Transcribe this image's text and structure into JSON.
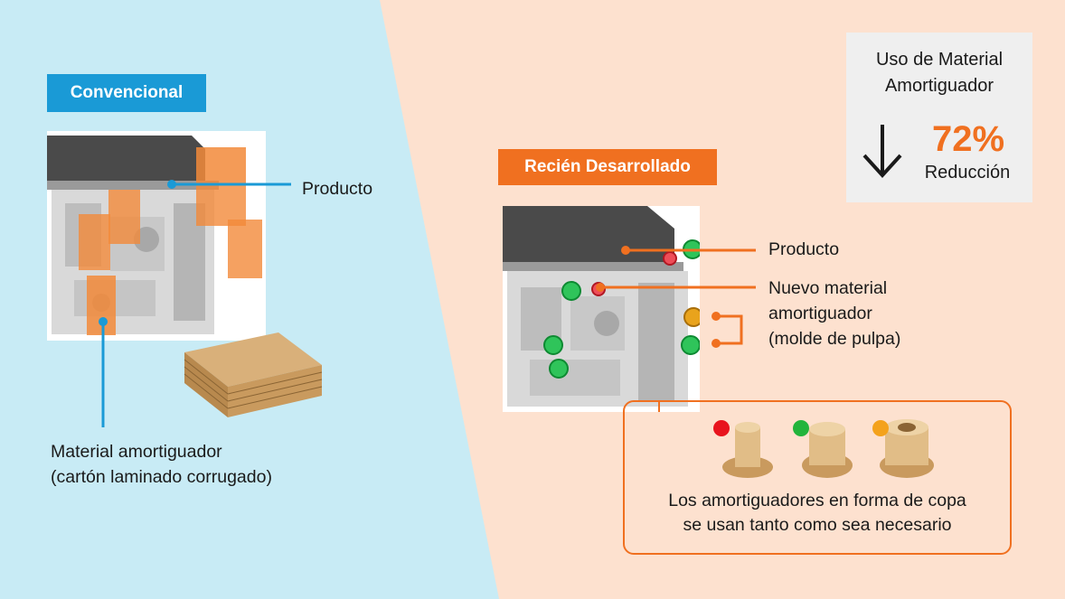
{
  "conventional": {
    "badge": "Convencional",
    "product_label": "Producto",
    "cushion_label_line1": "Material amortiguador",
    "cushion_label_line2": "(cartón laminado corrugado)"
  },
  "new_dev": {
    "badge": "Recién Desarrollado",
    "product_label": "Producto",
    "cushion_label_line1": "Nuevo material",
    "cushion_label_line2": "amortiguador",
    "cushion_label_line3": "(molde de pulpa)"
  },
  "reduction": {
    "title_line1": "Uso de Material",
    "title_line2": "Amortiguador",
    "value": "72%",
    "caption": "Reducción"
  },
  "cups": {
    "caption_line1": "Los amortiguadores en forma de copa",
    "caption_line2": "se usan tanto como sea necesario",
    "dot_colors": [
      "#e8141e",
      "#22b43c",
      "#f4a21c"
    ]
  },
  "colors": {
    "left_bg": "#c8ebf5",
    "right_bg": "#fde1cf",
    "blue_accent": "#1a9ad6",
    "orange_accent": "#f07020"
  }
}
